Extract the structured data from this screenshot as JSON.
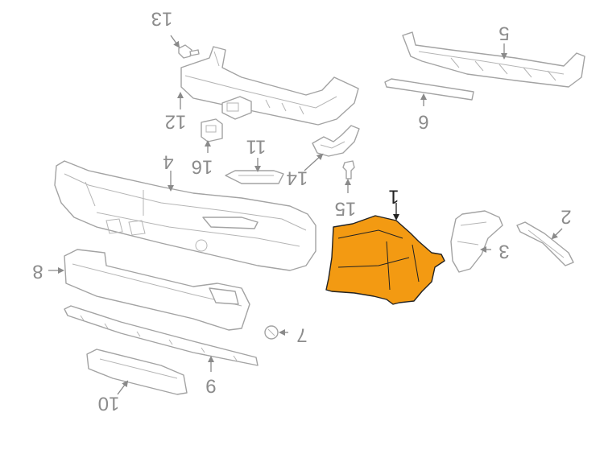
{
  "diagram": {
    "highlight_color": "#F39A12",
    "line_color": "#A3A3A3",
    "callout_color": "#8C8C8C",
    "highlighted_callout": "1",
    "callouts": [
      "1",
      "2",
      "3",
      "4",
      "5",
      "6",
      "7",
      "8",
      "9",
      "10",
      "11",
      "12",
      "13",
      "14",
      "15",
      "16"
    ]
  }
}
